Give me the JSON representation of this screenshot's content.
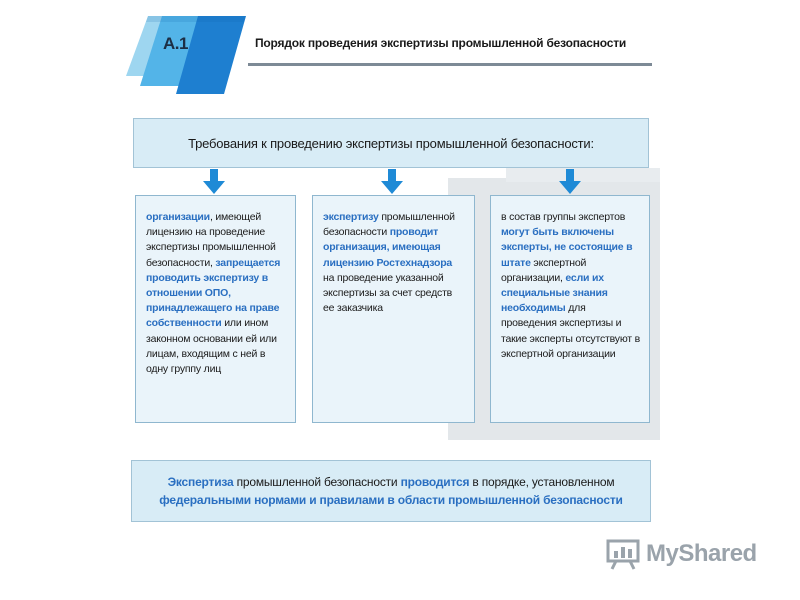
{
  "header": {
    "section_code": "А.1",
    "title": "Порядок проведения экспертизы промышленной безопасности"
  },
  "requirements_title": "Требования к проведению экспертизы промышленной безопасности:",
  "columns": [
    {
      "parts": [
        {
          "t": "организации",
          "h": true
        },
        {
          "t": ", имеющей лицензию на проведение экспертизы промышленной безопасности, ",
          "h": false
        },
        {
          "t": "запрещается проводить экспертизу в отношении ОПО, принадлежащего на праве собственности",
          "h": true
        },
        {
          "t": " или ином законном основании ей или лицам, входящим с ней в одну группу лиц",
          "h": false
        }
      ]
    },
    {
      "parts": [
        {
          "t": "экспертизу",
          "h": true
        },
        {
          "t": " промышленной безопасности ",
          "h": false
        },
        {
          "t": "проводит организация, имеющая лицензию Ростехнадзора",
          "h": true
        },
        {
          "t": " на проведение указанной экспертизы за счет средств ее заказчика",
          "h": false
        }
      ]
    },
    {
      "parts": [
        {
          "t": "в состав группы экспертов ",
          "h": false
        },
        {
          "t": "могут быть включены эксперты, не состоящие в штате",
          "h": true
        },
        {
          "t": " экспертной организации, ",
          "h": false
        },
        {
          "t": "если их специальные знания необходимы",
          "h": true
        },
        {
          "t": " для проведения экспертизы и такие эксперты отсутствуют в экспертной организации",
          "h": false
        }
      ]
    }
  ],
  "footer": {
    "parts": [
      {
        "t": "Экспертиза",
        "h": true
      },
      {
        "t": " промышленной безопасности ",
        "h": false
      },
      {
        "t": "проводится",
        "h": true
      },
      {
        "t": " в порядке, установленном ",
        "h": false
      },
      {
        "t": "федеральными нормами и правилами в области промышленной безопасности",
        "h": true
      }
    ]
  },
  "watermark": "MyShared",
  "colors": {
    "accent_blue": "#2a6fc1",
    "box_fill": "#d8ecf6",
    "column_fill": "#eaf4fa",
    "arrow_blue": "#1f8ad6"
  }
}
